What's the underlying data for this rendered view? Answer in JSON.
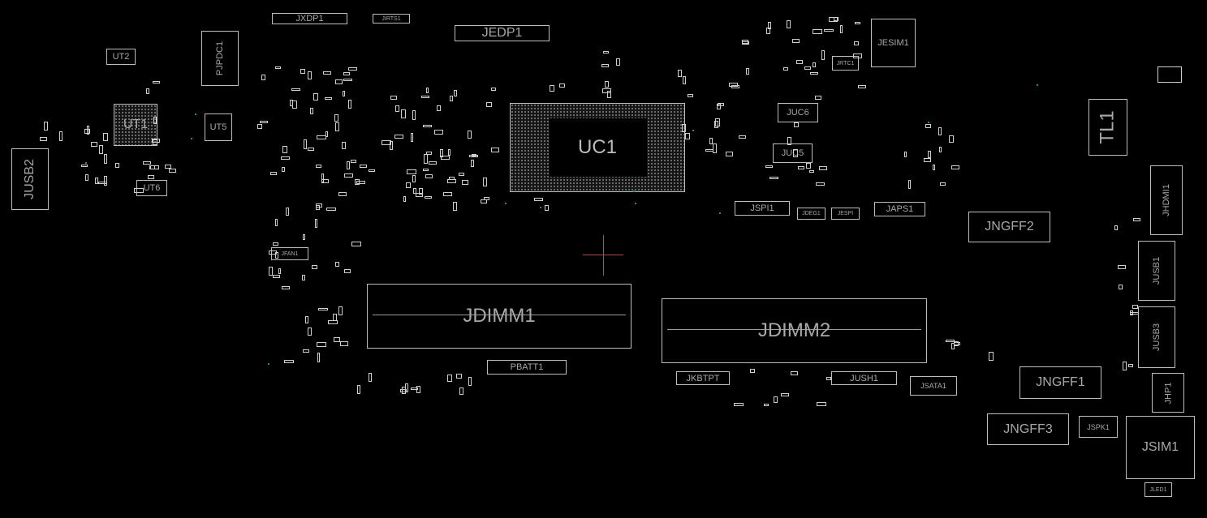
{
  "board": {
    "components": {
      "JXDP1": "JXDP1",
      "JIRTS1": "JIRTS1",
      "JEDP1": "JEDP1",
      "PJPDC1": "PJPDC1",
      "UT2": "UT2",
      "UT1": "UT1",
      "UT5": "UT5",
      "UT6": "UT6",
      "JUSB2": "JUSB2",
      "UC1": "UC1",
      "JESIM1": "JESIM1",
      "JRTC1": "JRTC1",
      "JUC6": "JUC6",
      "JUC5": "JUC5",
      "JSPI1": "JSPI1",
      "JDEG1": "JDEG1",
      "JESPI": "JESPI",
      "JAPS1": "JAPS1",
      "TL1": "TL1",
      "JHDMI1": "JHDMI1",
      "JNGFF2": "JNGFF2",
      "JUSB1": "JUSB1",
      "JUSB3": "JUSB3",
      "JFAN1": "JFAN1",
      "JDIMM1": "JDIMM1",
      "JDIMM2": "JDIMM2",
      "PBATT1": "PBATT1",
      "JKBTPT": "JKBTPT",
      "JUSH1": "JUSH1",
      "JSATA1": "JSATA1",
      "JNGFF1": "JNGFF1",
      "JNGFF3": "JNGFF3",
      "JSPK1": "JSPK1",
      "JHP1": "JHP1",
      "JSIM1": "JSIM1",
      "JLED1": "JLED1"
    },
    "colors": {
      "background": "#000000",
      "outline": "#bdbdbd",
      "cursor": "#b84a4a",
      "via": "#1a8f8a"
    }
  }
}
